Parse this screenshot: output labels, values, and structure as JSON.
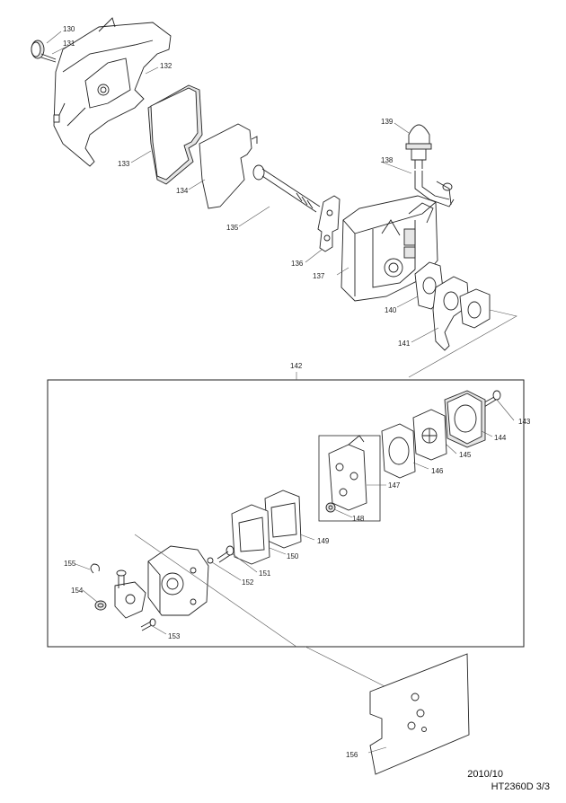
{
  "parts": [
    {
      "id": "p130",
      "label": "130"
    },
    {
      "id": "p131",
      "label": "131"
    },
    {
      "id": "p132",
      "label": "132"
    },
    {
      "id": "p133",
      "label": "133"
    },
    {
      "id": "p134",
      "label": "134"
    },
    {
      "id": "p135",
      "label": "135"
    },
    {
      "id": "p136",
      "label": "136"
    },
    {
      "id": "p137",
      "label": "137"
    },
    {
      "id": "p138",
      "label": "138"
    },
    {
      "id": "p139",
      "label": "139"
    },
    {
      "id": "p140",
      "label": "140"
    },
    {
      "id": "p141",
      "label": "141"
    },
    {
      "id": "p142",
      "label": "142"
    },
    {
      "id": "p143",
      "label": "143"
    },
    {
      "id": "p144",
      "label": "144"
    },
    {
      "id": "p145",
      "label": "145"
    },
    {
      "id": "p146",
      "label": "146"
    },
    {
      "id": "p147",
      "label": "147"
    },
    {
      "id": "p148",
      "label": "148"
    },
    {
      "id": "p149",
      "label": "149"
    },
    {
      "id": "p150",
      "label": "150"
    },
    {
      "id": "p151",
      "label": "151"
    },
    {
      "id": "p152",
      "label": "152"
    },
    {
      "id": "p153",
      "label": "153"
    },
    {
      "id": "p154",
      "label": "154"
    },
    {
      "id": "p155",
      "label": "155"
    },
    {
      "id": "p156",
      "label": "156"
    }
  ],
  "footer": {
    "date": "2010/10",
    "model_page": "HT2360D 3/3"
  }
}
